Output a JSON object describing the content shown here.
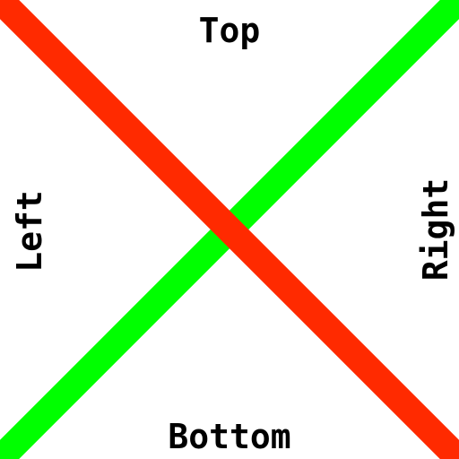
{
  "labels": {
    "top": "Top",
    "bottom": "Bottom",
    "left": "Left",
    "right": "Right"
  },
  "lines": {
    "descending": {
      "color": "#ff2a00"
    },
    "ascending": {
      "color": "#00ff00"
    }
  }
}
